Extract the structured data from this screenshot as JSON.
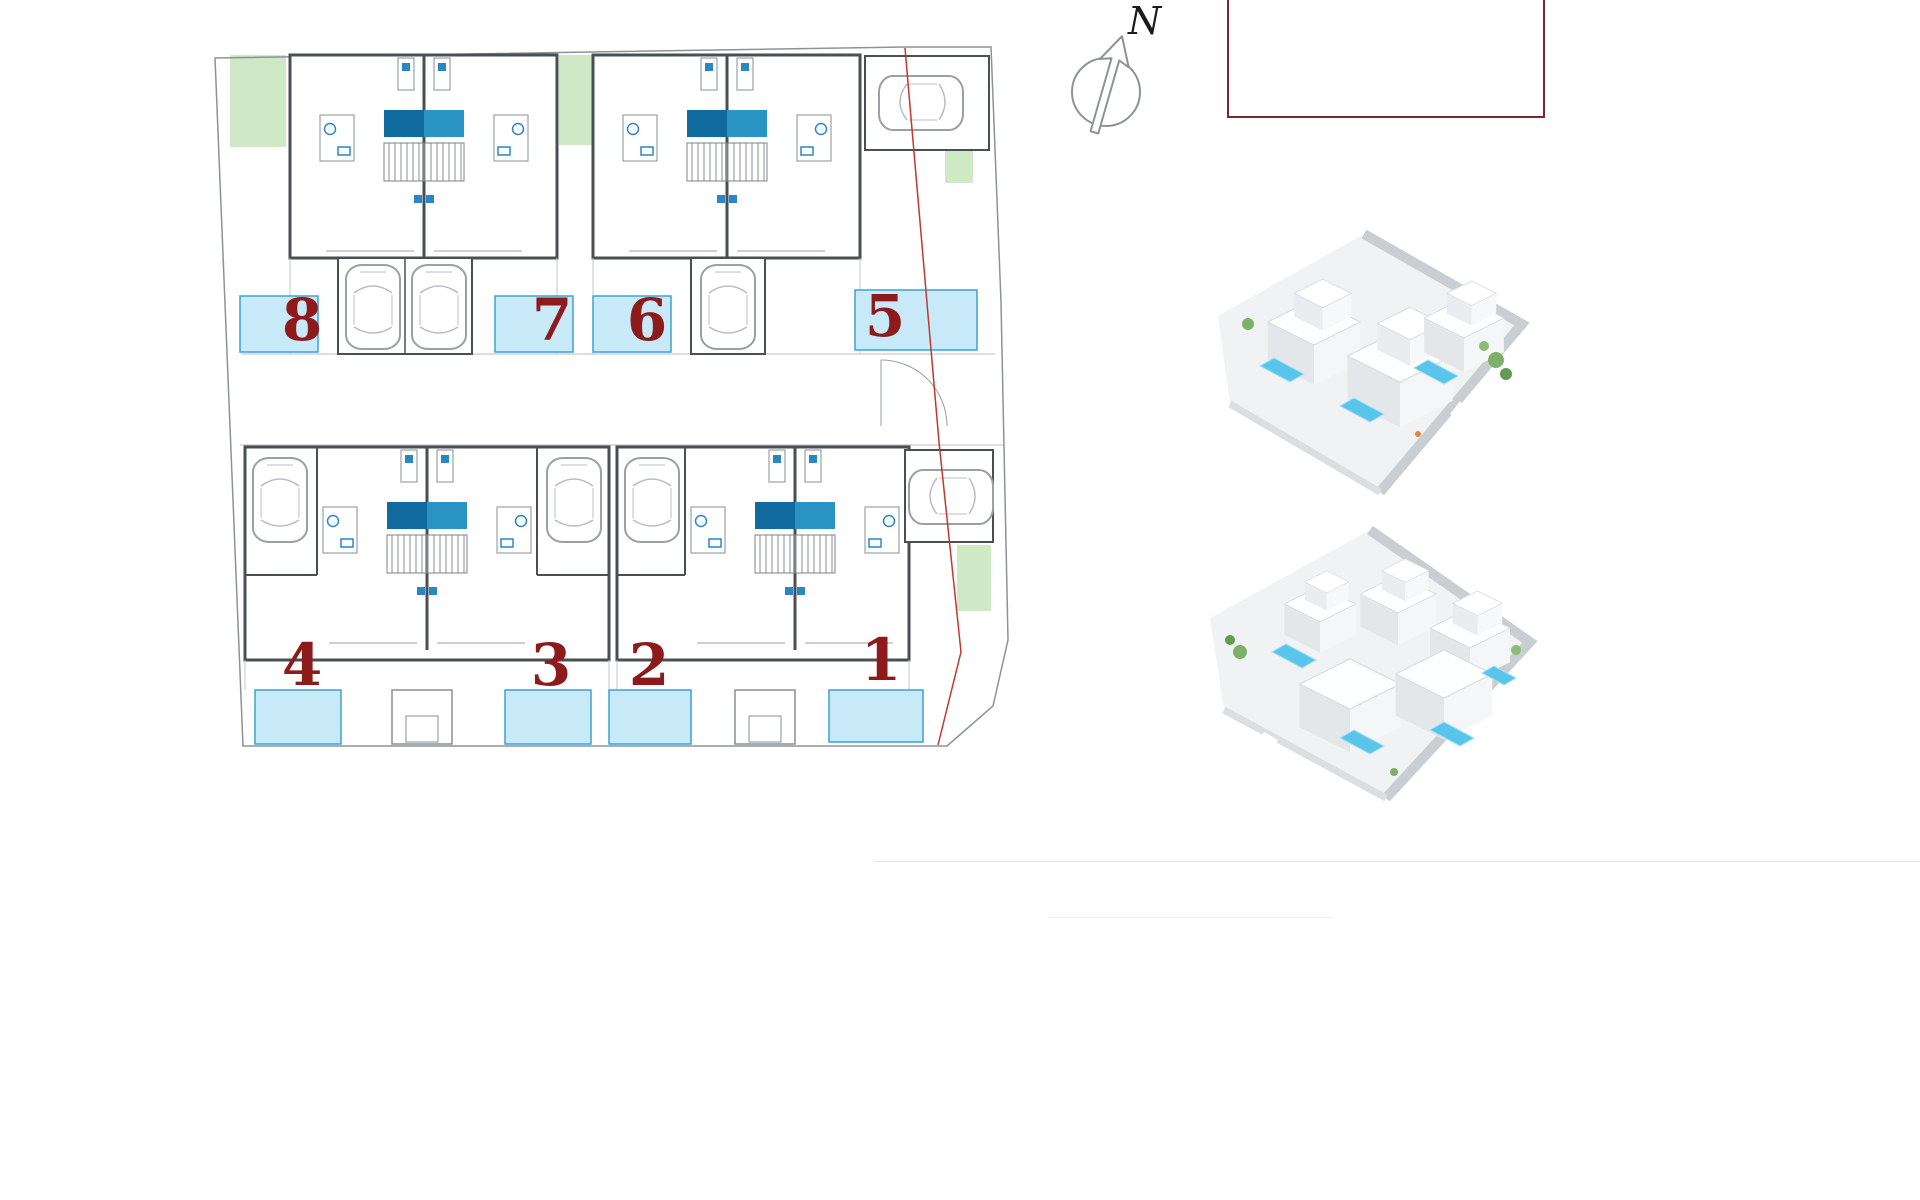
{
  "page": {
    "background": "#ffffff"
  },
  "colors": {
    "number-red": "#8e1b1b",
    "pool-fill": "#c8e9f8",
    "pool-border": "#3aa2d4",
    "kitchen-blue": "#2a94c4",
    "kitchen-dark": "#116a9e",
    "garden-green": "#cfe8c5",
    "wall-gray": "#4a4f54",
    "boundary-red": "#c0392b",
    "door-blue": "#2b87c4",
    "line-light": "#e3e3e3",
    "frame-maroon": "#7b2630"
  },
  "compass": {
    "label": "N"
  },
  "site": {
    "units": [
      {
        "number": "1"
      },
      {
        "number": "2"
      },
      {
        "number": "3"
      },
      {
        "number": "4"
      },
      {
        "number": "5"
      },
      {
        "number": "6"
      },
      {
        "number": "7"
      },
      {
        "number": "8"
      }
    ]
  }
}
